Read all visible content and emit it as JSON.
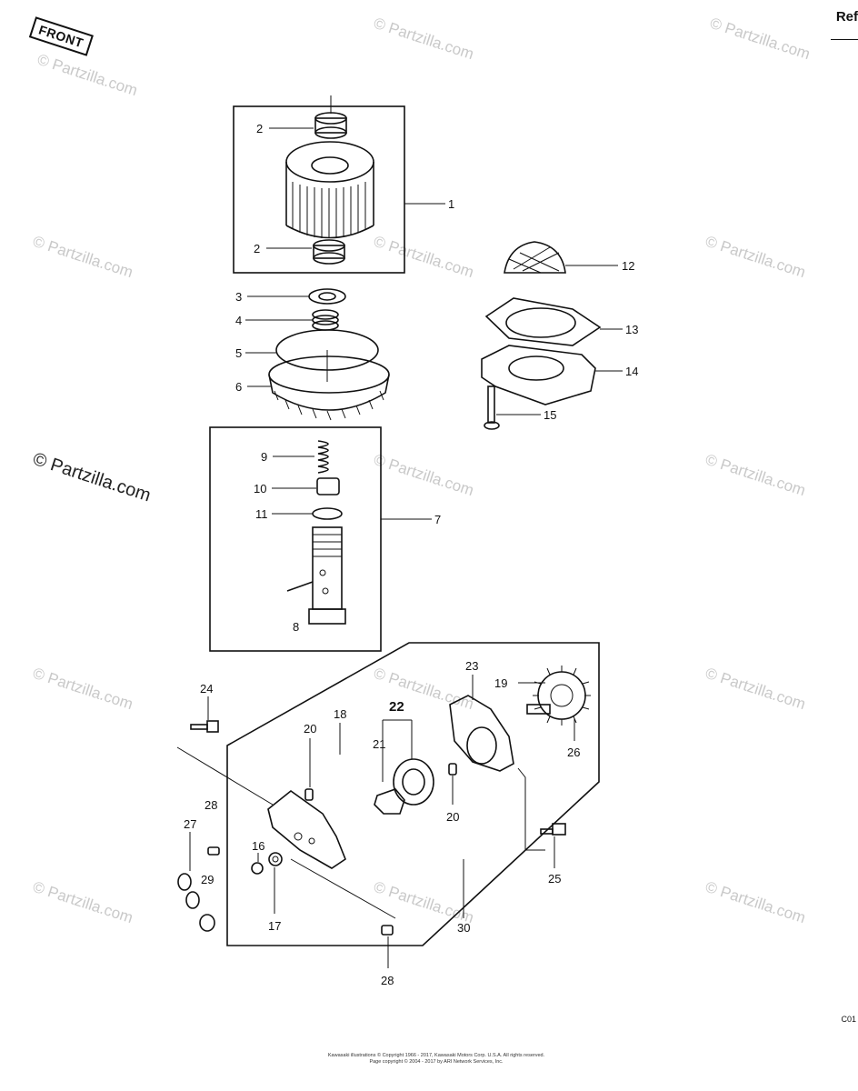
{
  "header": {
    "ref_label": "Ref"
  },
  "front_arrow": {
    "label": "FRONT"
  },
  "watermarks": {
    "text": "© Partzilla.com"
  },
  "callouts": [
    "1",
    "2",
    "2",
    "3",
    "4",
    "5",
    "6",
    "7",
    "8",
    "9",
    "10",
    "11",
    "12",
    "13",
    "14",
    "15",
    "16",
    "17",
    "18",
    "19",
    "20",
    "20",
    "21",
    "22",
    "23",
    "24",
    "25",
    "26",
    "27",
    "28",
    "28",
    "29",
    "30"
  ],
  "footer": {
    "page_code": "C01",
    "line1": "Kawasaki illustrations © Copyright 1966 - 2017, Kawasaki Motors Corp. U.S.A. All rights reserved.",
    "line2": "Page copyright © 2004 - 2017 by ARI Network Services, Inc."
  }
}
